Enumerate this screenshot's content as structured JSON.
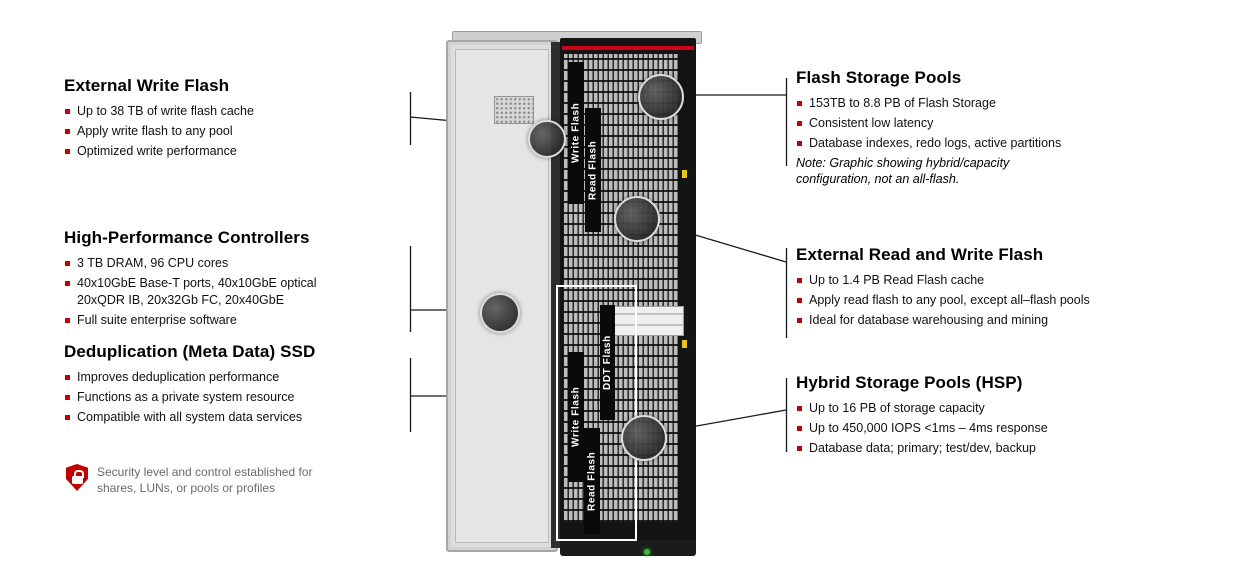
{
  "left_callouts": [
    {
      "title": "External Write Flash",
      "bullets": [
        "Up to 38 TB of write flash cache",
        "Apply write flash to any pool",
        "Optimized write performance"
      ]
    },
    {
      "title": "High-Performance Controllers",
      "bullets": [
        "3 TB DRAM, 96 CPU cores",
        "40x10GbE Base-T ports, 40x10GbE optical 20xQDR IB, 20x32Gb FC, 20x40GbE",
        "Full suite enterprise software"
      ]
    },
    {
      "title": "Deduplication (Meta Data) SSD",
      "bullets": [
        "Improves deduplication performance",
        "Functions as a private system resource",
        "Compatible with all system data services"
      ]
    }
  ],
  "right_callouts": [
    {
      "title": "Flash Storage Pools",
      "bullets": [
        "153TB to 8.8 PB of Flash Storage",
        "Consistent low latency",
        "Database indexes, redo logs, active partitions"
      ],
      "note": "Note: Graphic showing hybrid/capacity configuration, not an all-flash."
    },
    {
      "title": "External Read and Write Flash",
      "bullets": [
        "Up to 1.4 PB Read Flash cache",
        "Apply read flash to any pool, except all–flash pools",
        "Ideal for database warehousing and mining"
      ]
    },
    {
      "title": "Hybrid Storage Pools (HSP)",
      "bullets": [
        "Up to 16 PB of storage capacity",
        "Up to 450,000 IOPS <1ms – 4ms response",
        "Database data; primary; test/dev, backup"
      ]
    }
  ],
  "security": {
    "text": "Security level and control established for shares, LUNs, or pools or profiles"
  },
  "rack": {
    "labels": {
      "write_flash_top": "Write Flash",
      "read_flash_top": "Read Flash",
      "write_flash_bottom": "Write Flash",
      "ddt_flash": "DDT Flash",
      "read_flash_bottom": "Read Flash"
    }
  },
  "colors": {
    "bullet": "#C00000",
    "shield": "#C00000",
    "rack_stripe": "#D0021B",
    "led": "#3DBA3D"
  }
}
